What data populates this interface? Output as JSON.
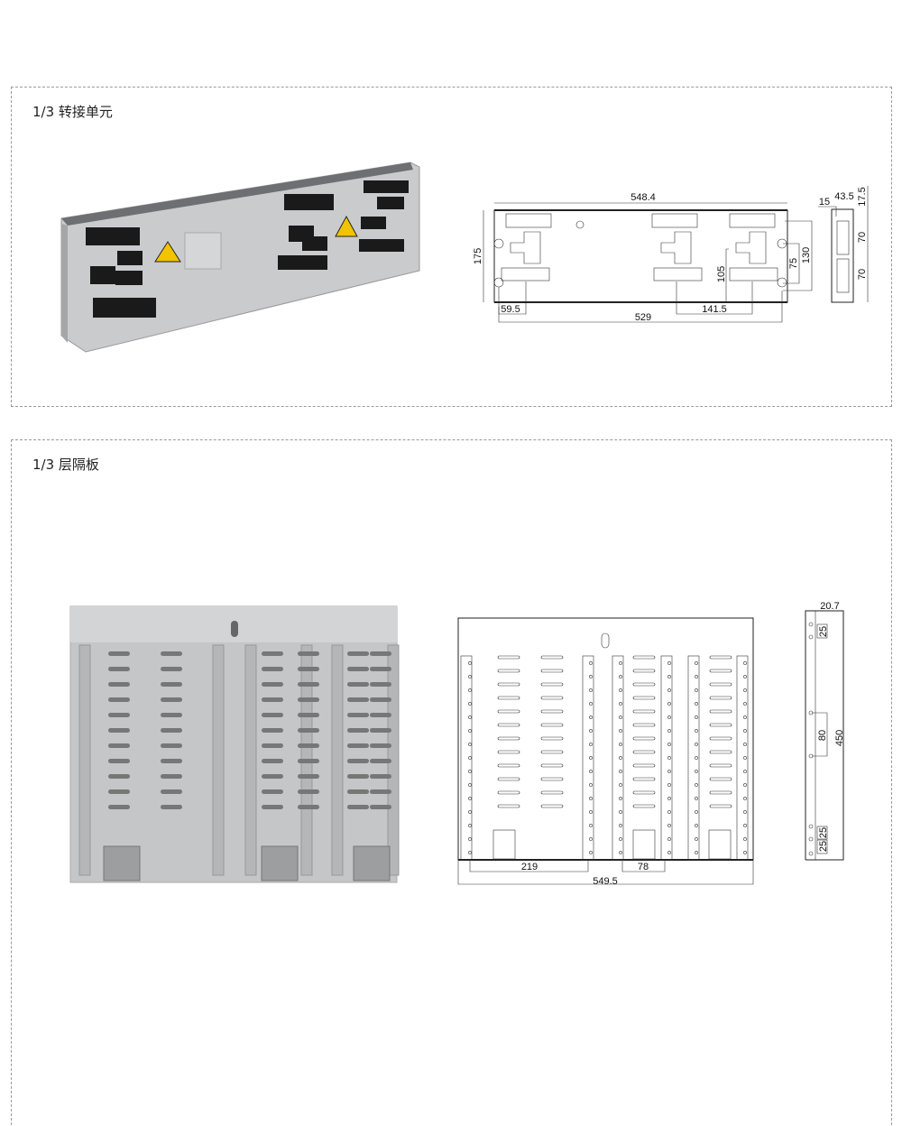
{
  "sections": [
    {
      "title": "1/3 转接单元",
      "dimensions": {
        "width": "548.4",
        "height": "175",
        "left_offset": "59.5",
        "hole_span": "529",
        "pitch": "141.5",
        "v105": "105",
        "v75": "75",
        "v130": "130",
        "side_15": "15",
        "side_43_5": "43.5",
        "side_17_5": "17.5",
        "side_70a": "70",
        "side_70b": "70"
      }
    },
    {
      "title": "1/3 层隔板",
      "dimensions": {
        "rail_span": "219",
        "rail_pitch": "78",
        "width": "549.5",
        "side_20_7": "20.7",
        "side_25a": "25",
        "side_80": "80",
        "side_450": "450",
        "side_25b": "25",
        "side_25c": "25"
      }
    }
  ],
  "colors": {
    "photo_metal": "#c9cbcd",
    "connector": "#1a1a1a",
    "warning": "#f2c400"
  }
}
